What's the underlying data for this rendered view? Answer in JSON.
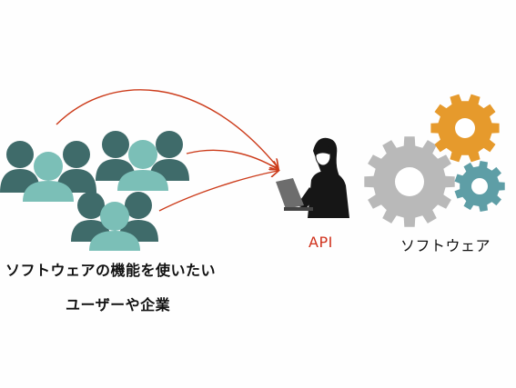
{
  "users": {
    "caption_line1": "ソフトウェアの機能を使いたい",
    "caption_line2": "ユーザーや企業"
  },
  "api": {
    "label": "API"
  },
  "software": {
    "label": "ソフトウェア"
  },
  "colors": {
    "user_dark": "#3f6b6a",
    "user_light": "#7bbfb7",
    "arrow": "#cc3b1a",
    "api_text": "#d0311c",
    "gear_gray": "#b9b9b9",
    "gear_orange": "#e69a2c",
    "gear_teal": "#5e9ea6",
    "person": "#161616",
    "laptop": "#6d6d6d"
  }
}
